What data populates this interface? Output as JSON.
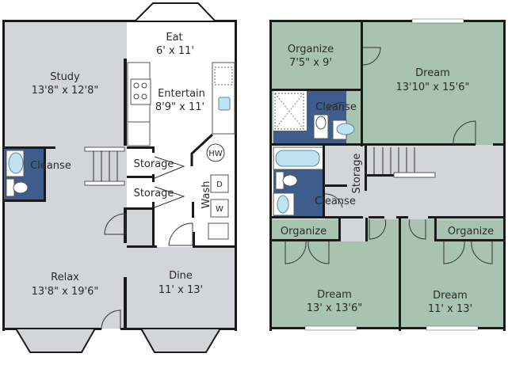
{
  "colors": {
    "living": "#d4d5d9",
    "sleeping": "#a8c4b0",
    "bath": "#3e5d8c",
    "white": "#ffffff",
    "wall": "#1a1a1a"
  },
  "first_floor": {
    "rooms": {
      "study": {
        "name": "Study",
        "dims": "13'8\" x 12'8\""
      },
      "eat": {
        "name": "Eat",
        "dims": "6' x 11'"
      },
      "entertain": {
        "name": "Entertain",
        "dims": "8'9\" x 11'"
      },
      "cleanse": {
        "name": "Cleanse"
      },
      "storage1": {
        "name": "Storage"
      },
      "storage2": {
        "name": "Storage"
      },
      "wash": {
        "name": "Wash"
      },
      "relax": {
        "name": "Relax",
        "dims": "13'8\" x 19'6\""
      },
      "dine": {
        "name": "Dine",
        "dims": "11' x 13'"
      }
    },
    "appliances": {
      "hw": "HW",
      "dryer": "D",
      "washer": "W"
    }
  },
  "second_floor": {
    "rooms": {
      "organize_master": {
        "name": "Organize",
        "dims": "7'5\" x 9'"
      },
      "dream_master": {
        "name": "Dream",
        "dims": "13'10\" x 15'6\""
      },
      "cleanse_master": {
        "name": "Cleanse"
      },
      "cleanse_hall": {
        "name": "Cleanse"
      },
      "storage": {
        "name": "Storage"
      },
      "organize_left": {
        "name": "Organize"
      },
      "organize_right": {
        "name": "Organize"
      },
      "dream_left": {
        "name": "Dream",
        "dims": "13' x 13'6\""
      },
      "dream_right": {
        "name": "Dream",
        "dims": "11' x 13'"
      }
    }
  }
}
